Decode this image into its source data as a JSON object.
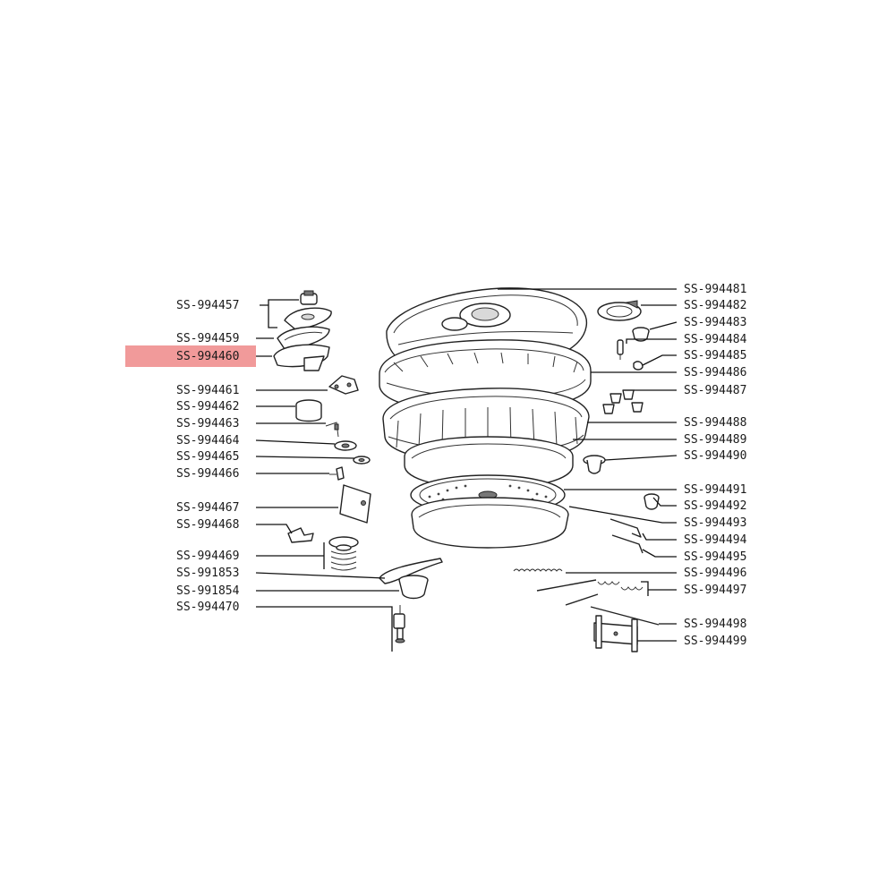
{
  "highlight_color": "#f19a9a",
  "highlighted_part": "SS-994460",
  "parts_left": [
    "SS-994457",
    "SS-994459",
    "SS-994460",
    "SS-994461",
    "SS-994462",
    "SS-994463",
    "SS-994464",
    "SS-994465",
    "SS-994466",
    "SS-994467",
    "SS-994468",
    "SS-994469",
    "SS-991853",
    "SS-991854",
    "SS-994470"
  ],
  "parts_right": [
    "SS-994481",
    "SS-994482",
    "SS-994483",
    "SS-994484",
    "SS-994485",
    "SS-994486",
    "SS-994487",
    "SS-994488",
    "SS-994489",
    "SS-994490",
    "SS-994491",
    "SS-994492",
    "SS-994493",
    "SS-994494",
    "SS-994495",
    "SS-994496",
    "SS-994497",
    "SS-994498",
    "SS-994499"
  ]
}
